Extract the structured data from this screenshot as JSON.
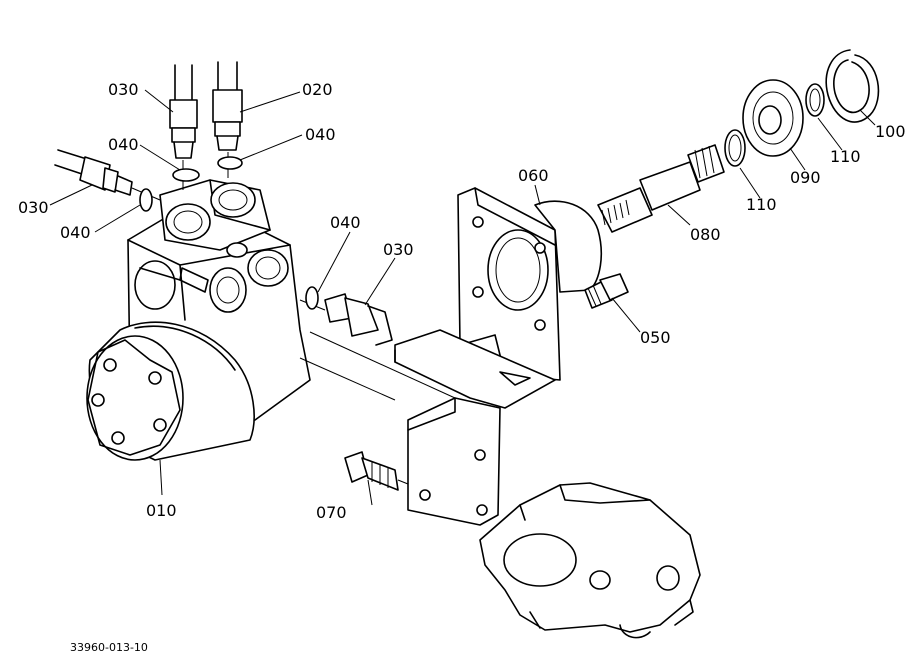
{
  "diagram": {
    "code": "33960-013-10",
    "labels": {
      "p010": "010",
      "p020": "020",
      "p030a": "030",
      "p030b": "030",
      "p030c": "030",
      "p040a": "040",
      "p040b": "040",
      "p040c": "040",
      "p040d": "040",
      "p050": "050",
      "p060": "060",
      "p070": "070",
      "p080": "080",
      "p090": "090",
      "p100": "100",
      "p110a": "110",
      "p110b": "110"
    }
  }
}
